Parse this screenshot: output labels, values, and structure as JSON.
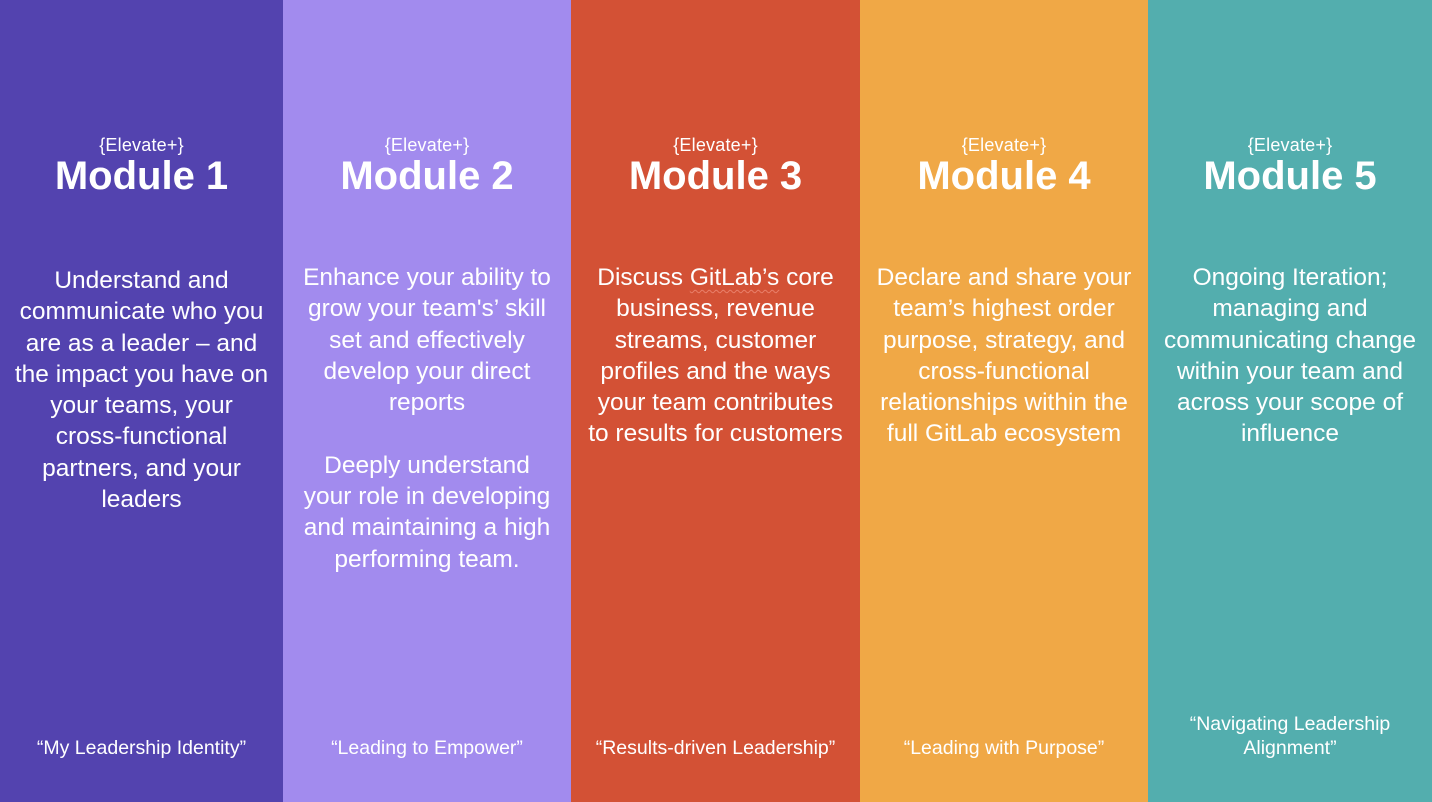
{
  "colors": {
    "module1": "#5343af",
    "module2": "#a28bee",
    "module3": "#d35135",
    "module4": "#f0a846",
    "module5": "#53aeae",
    "text": "#ffffff"
  },
  "modules": [
    {
      "kicker": "{Elevate+}",
      "title": "Module 1",
      "description": [
        "Understand and communicate who you are as a leader – and the impact you have on your teams, your cross-functional partners, and your leaders"
      ],
      "quote": "“My Leadership Identity”"
    },
    {
      "kicker": "{Elevate+}",
      "title": "Module 2",
      "description": [
        "Enhance your ability to grow your team's’ skill set and  effectively develop your direct reports",
        "Deeply understand your role in developing and maintaining a high performing team."
      ],
      "quote": "“Leading to Empower”"
    },
    {
      "kicker": "{Elevate+}",
      "title": "Module 3",
      "description_pre": "Discuss ",
      "description_mark": "GitLab’s",
      "description_post": " core business, revenue streams, customer profiles and the ways your team contributes to results for customers",
      "quote": "“Results-driven Leadership”"
    },
    {
      "kicker": "{Elevate+}",
      "title": "Module 4",
      "description": [
        "Declare and share your team’s highest order purpose, strategy, and cross-functional relationships within the full GitLab ecosystem"
      ],
      "quote": "“Leading with Purpose”"
    },
    {
      "kicker": "{Elevate+}",
      "title": "Module 5",
      "description": [
        "Ongoing Iteration; managing and communicating change within your team and across your scope of influence"
      ],
      "quote": "“Navigating Leadership Alignment”"
    }
  ]
}
